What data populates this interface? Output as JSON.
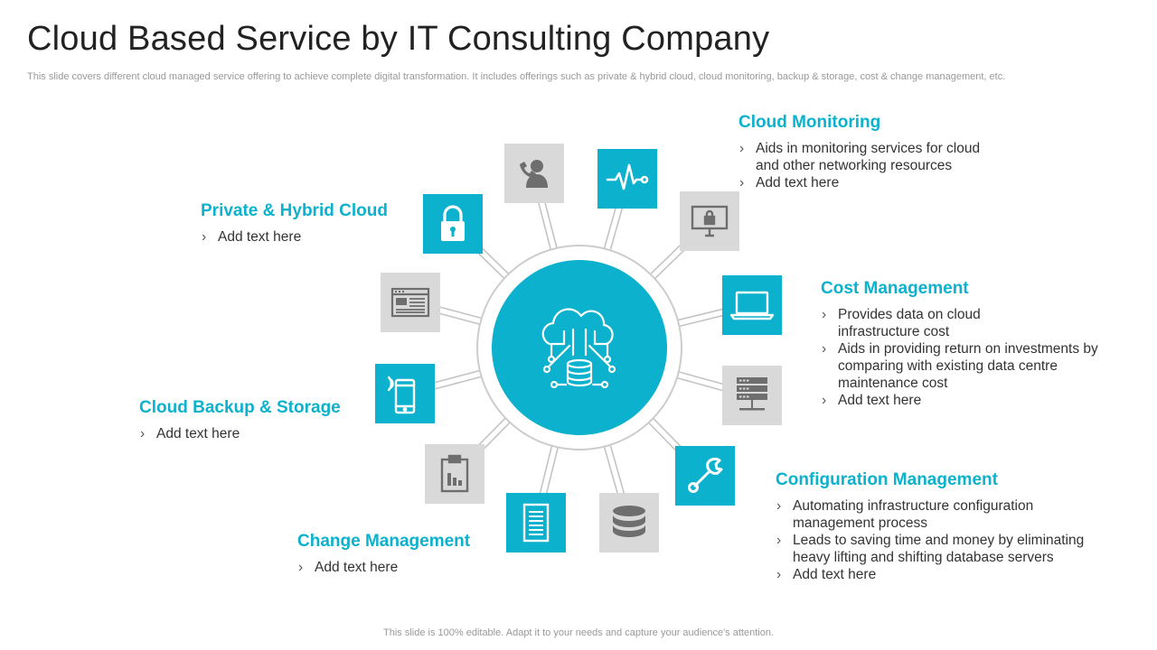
{
  "header": {
    "title": "Cloud Based Service by IT Consulting Company",
    "subtitle": "This slide covers different cloud managed service offering to achieve complete digital transformation. It includes offerings such as private & hybrid cloud, cloud monitoring, backup & storage, cost & change management, etc."
  },
  "footer": {
    "note": "This slide is 100% editable. Adapt it to your needs and capture your audience's attention."
  },
  "colors": {
    "accent": "#0bb1cd",
    "tile_gray": "#d9d9d9",
    "icon_gray": "#6e6e6e"
  },
  "hub": {
    "center_icon": "cloud-database-icon",
    "tiles": [
      {
        "icon": "user-support-icon",
        "style": "gray"
      },
      {
        "icon": "heartbeat-monitor-icon",
        "style": "teal"
      },
      {
        "icon": "secure-monitor-icon",
        "style": "gray"
      },
      {
        "icon": "laptop-icon",
        "style": "teal"
      },
      {
        "icon": "server-rack-icon",
        "style": "gray"
      },
      {
        "icon": "wrench-icon",
        "style": "teal"
      },
      {
        "icon": "database-icon",
        "style": "gray"
      },
      {
        "icon": "document-icon",
        "style": "teal"
      },
      {
        "icon": "clipboard-chart-icon",
        "style": "gray"
      },
      {
        "icon": "smartphone-icon",
        "style": "teal"
      },
      {
        "icon": "browser-window-icon",
        "style": "gray"
      },
      {
        "icon": "padlock-icon",
        "style": "teal"
      }
    ]
  },
  "sections": {
    "cloud_monitoring": {
      "title": "Cloud Monitoring",
      "items": [
        "Aids in monitoring services for cloud and other networking resources",
        "Add text here"
      ]
    },
    "private_hybrid": {
      "title": "Private & Hybrid Cloud",
      "items": [
        "Add text here"
      ]
    },
    "cost_management": {
      "title": "Cost Management",
      "items": [
        "Provides data on cloud infrastructure  cost",
        "Aids in providing return on investments by comparing with existing data centre maintenance cost",
        "Add text here"
      ]
    },
    "backup_storage": {
      "title": "Cloud Backup & Storage",
      "items": [
        "Add text here"
      ]
    },
    "configuration_management": {
      "title": "Configuration Management",
      "items": [
        "Automating infrastructure  configuration management process",
        "Leads to saving time and money by eliminating heavy lifting  and shifting database servers",
        "Add text here"
      ]
    },
    "change_management": {
      "title": "Change Management",
      "items": [
        "Add text here"
      ]
    }
  }
}
